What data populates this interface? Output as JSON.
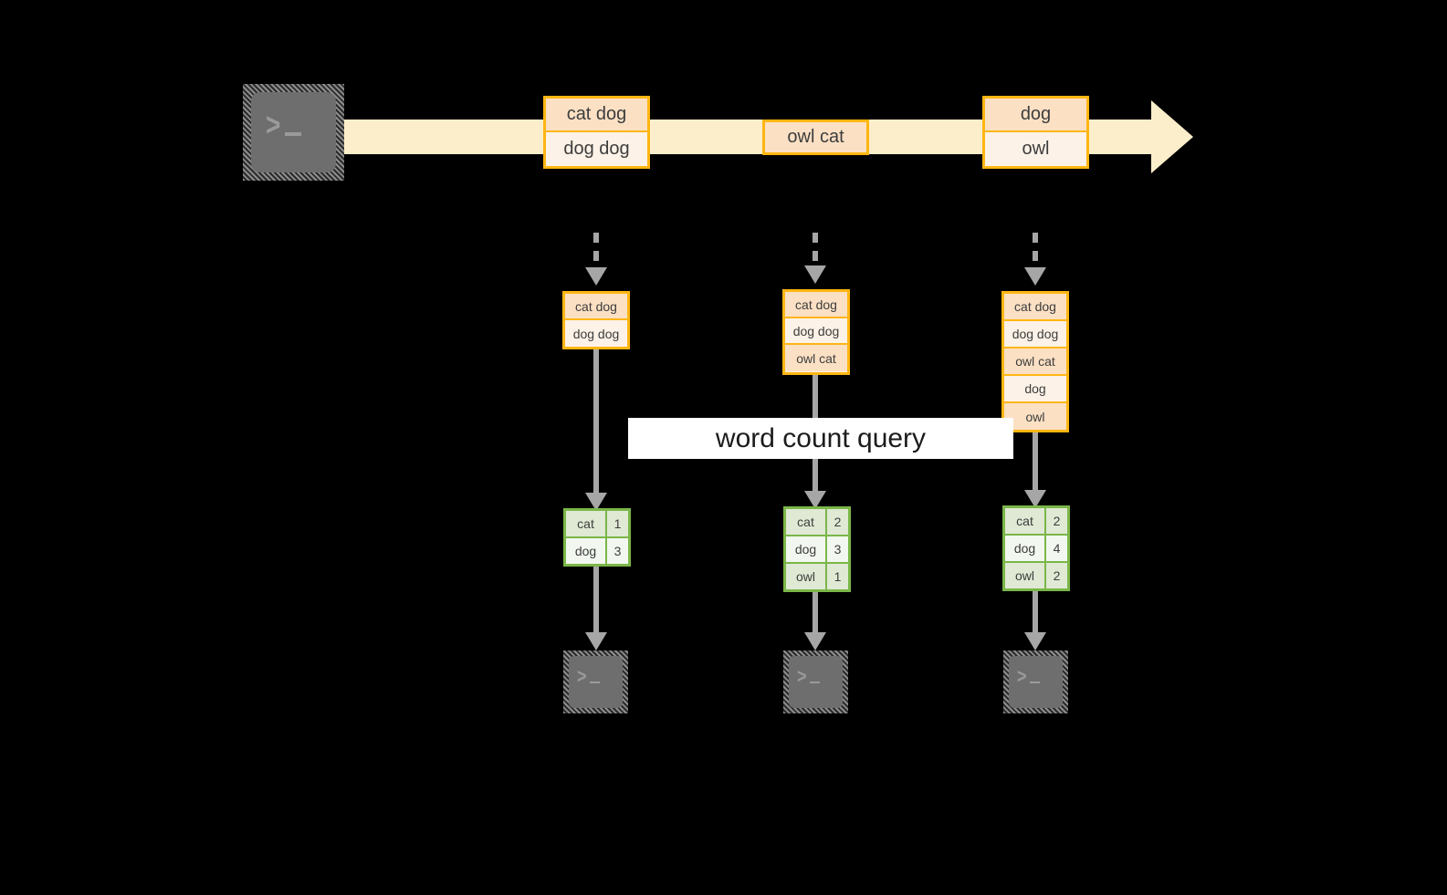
{
  "diagram": {
    "title_label": "word count query",
    "colors": {
      "stream_band": "#fdeecb",
      "buffer_border": "#ffb612",
      "buffer_fill_light": "#fdf2e7",
      "buffer_fill_dark": "#fbe0c4",
      "result_border": "#7ab648",
      "result_fill_light": "#f2f7ef",
      "result_fill_dark": "#dfe9d4",
      "arrow_gray": "#a6a6a6",
      "terminal_screen": "#6e6e6e",
      "background": "#000000",
      "label_band": "#ffffff"
    },
    "source": {
      "icon": "terminal-icon",
      "prompt_glyph": ">_"
    },
    "stream": {
      "events": [
        {
          "lines": [
            "cat dog",
            "dog dog"
          ]
        },
        {
          "lines": [
            "owl cat"
          ]
        },
        {
          "lines": [
            "dog",
            "owl"
          ]
        }
      ]
    },
    "snapshots": [
      {
        "buffer": [
          "cat dog",
          "dog dog"
        ],
        "result": {
          "rows": [
            {
              "word": "cat",
              "count": "1"
            },
            {
              "word": "dog",
              "count": "3"
            }
          ]
        },
        "sink": {
          "icon": "terminal-icon",
          "prompt_glyph": ">_"
        }
      },
      {
        "buffer": [
          "cat dog",
          "dog dog",
          "owl cat"
        ],
        "result": {
          "rows": [
            {
              "word": "cat",
              "count": "2"
            },
            {
              "word": "dog",
              "count": "3"
            },
            {
              "word": "owl",
              "count": "1"
            }
          ]
        },
        "sink": {
          "icon": "terminal-icon",
          "prompt_glyph": ">_"
        }
      },
      {
        "buffer": [
          "cat dog",
          "dog dog",
          "owl cat",
          "dog",
          "owl"
        ],
        "result": {
          "rows": [
            {
              "word": "cat",
              "count": "2"
            },
            {
              "word": "dog",
              "count": "4"
            },
            {
              "word": "owl",
              "count": "2"
            }
          ]
        },
        "sink": {
          "icon": "terminal-icon",
          "prompt_glyph": ">_"
        }
      }
    ]
  }
}
